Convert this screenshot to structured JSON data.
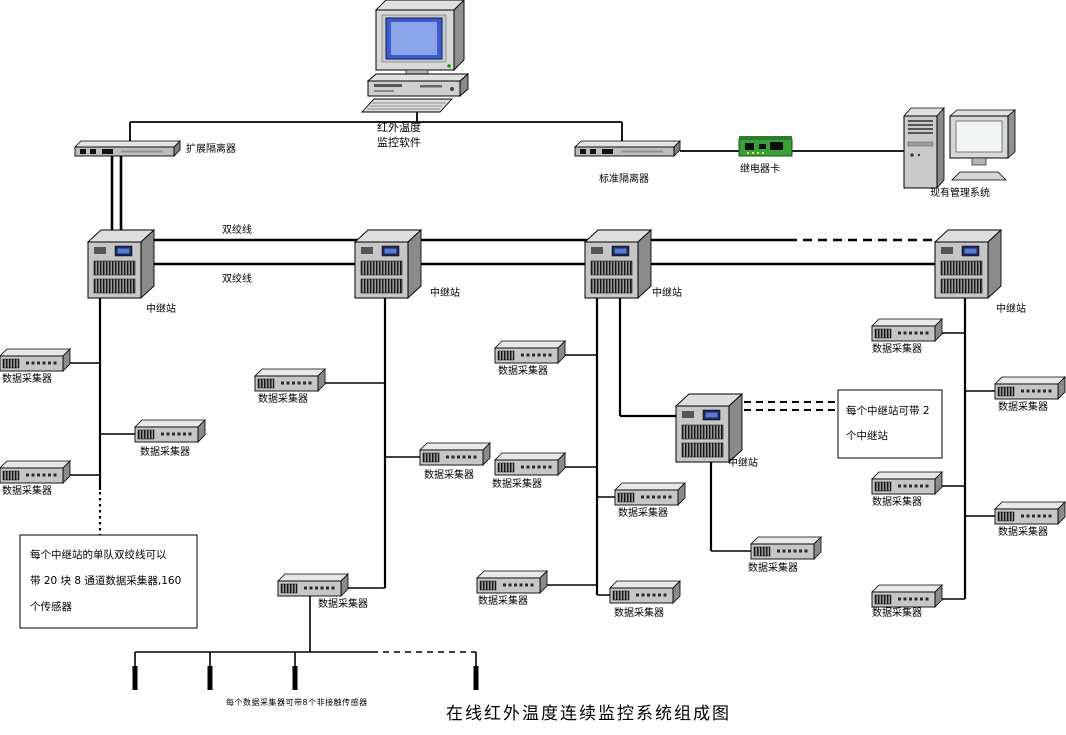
{
  "title": "在线红外温度连续监控系统组成图",
  "computer": {
    "label_line1": "红外温度",
    "label_line2": "监控软件"
  },
  "devices": {
    "extended_isolator": "扩展隔离器",
    "standard_isolator": "标准隔离器",
    "relay_card": "继电器卡",
    "management_system": "现有管理系统",
    "repeater": "中继站",
    "collector": "数据采集器"
  },
  "connections": {
    "twisted_pair": "双绞线"
  },
  "notes": {
    "trunk_capacity": [
      "每个中继站的单队双绞线可以",
      "带 20 块 8 通道数据采集器,160",
      "个传感器"
    ],
    "repeater_chain": [
      "每个中继站可带 2",
      "个中继站"
    ],
    "sensor_capacity": "每个数据采集器可带8个非接触传感器"
  },
  "colors": {
    "line": "#000000",
    "device_face": "#c6c6c6",
    "device_side": "#8a8a8a",
    "screen_blue": "#3d5bcc",
    "relay_card_green": "#3aa03a",
    "background": "#ffffff"
  }
}
